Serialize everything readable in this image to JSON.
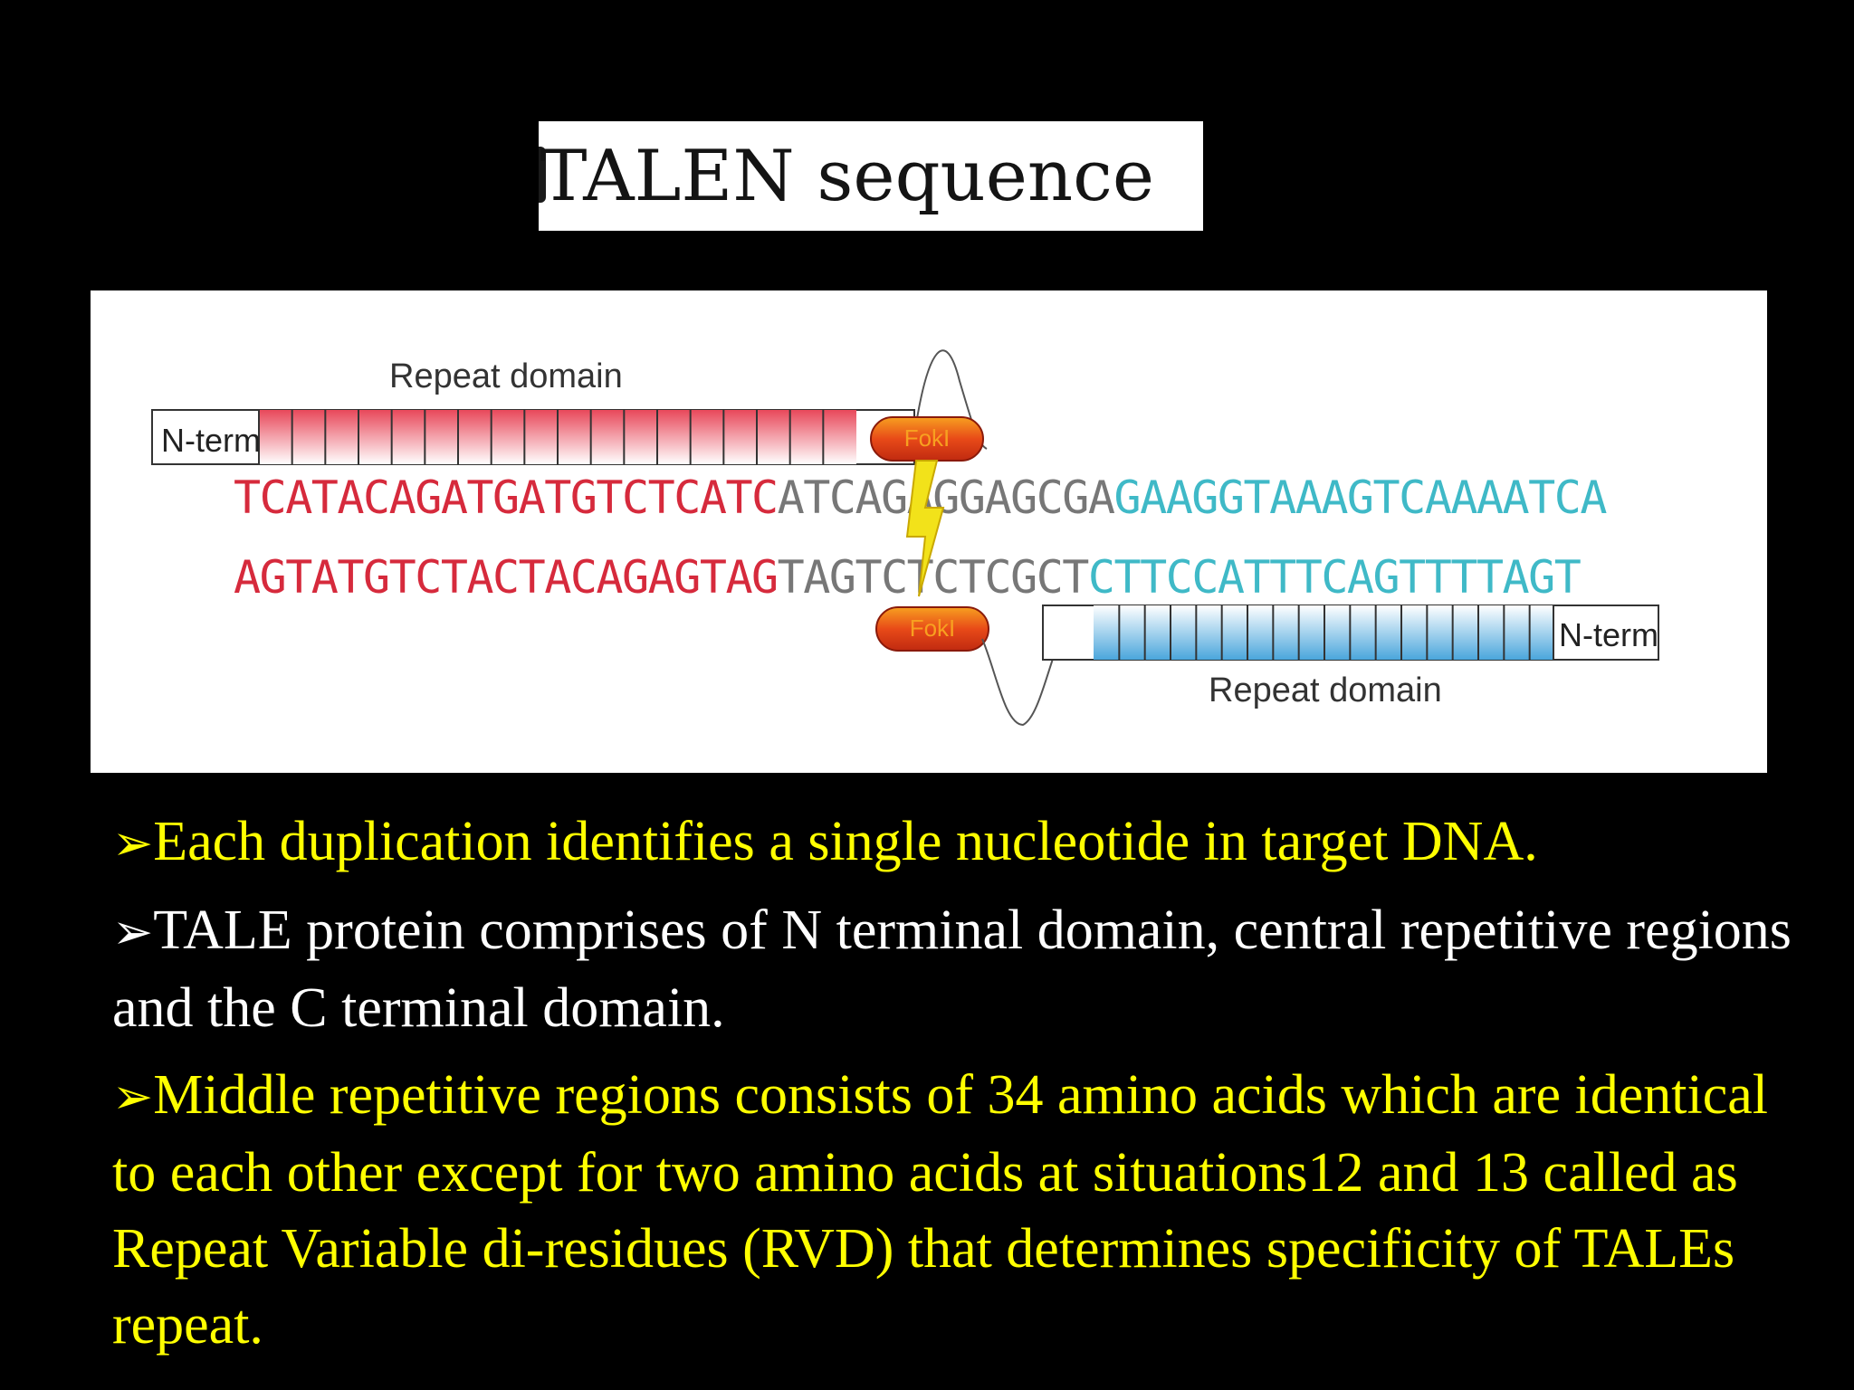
{
  "slide": {
    "title_partial": "TALEN sequence",
    "colors": {
      "background": "#000000",
      "bullet_yellow": "#ffff00",
      "bullet_white": "#ffffff",
      "repeat_red": "#d62a3c",
      "repeat_blue": "#3a9fd6",
      "seq_teal": "#3fb9c7",
      "fokl_orange": "#e84a18",
      "lightning_yellow": "#f2e21a"
    }
  },
  "diagram": {
    "top_repeat_label": "Repeat domain",
    "bottom_repeat_label": "Repeat domain",
    "top_nterm": "N-term",
    "bottom_nterm": "N-term",
    "fokl_top": "FokI",
    "fokl_bottom": "FokI",
    "seq_top_red": "TCATACAGATGATGTCTCATC",
    "seq_top_gray": "ATCAGA",
    "seq_top_mid": "GGAGCGA",
    "seq_top_teal": "GAAGGTAAAGTCAAAATCA",
    "seq_bottom_red": "AGTATGTCTACTACAGAGTAG",
    "seq_bottom_gray": "TAGTCT",
    "seq_bottom_mid": "CTCGCT",
    "seq_bottom_teal": "CTTCCATTTCAGTTTTAGT"
  },
  "bullets": [
    {
      "arrow": "➢",
      "text": "Each duplication identifies a single nucleotide in target DNA."
    },
    {
      "arrow": "➢",
      "text": "TALE protein comprises of N terminal domain, central repetitive regions and the C terminal domain."
    },
    {
      "arrow": "➢",
      "text": "Middle repetitive regions consists of 34 amino acids which are identical to each other except for two amino acids at situations12 and 13 called as Repeat Variable di-residues (RVD) that determines specificity of TALEs repeat."
    }
  ]
}
